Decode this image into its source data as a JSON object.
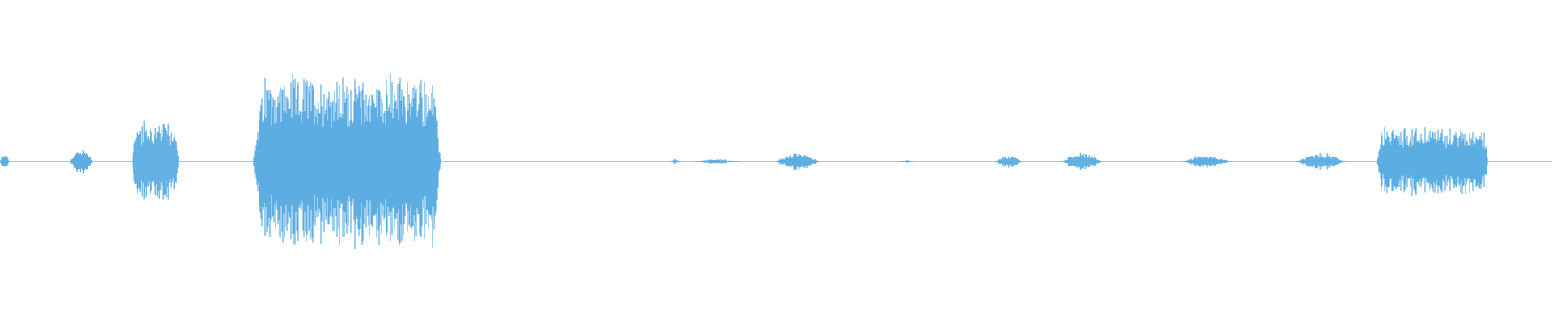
{
  "waveform": {
    "color": "#5dade2",
    "background": "#ffffff",
    "segments": [
      {
        "start": 0.0,
        "end": 0.006,
        "level": 0.1
      },
      {
        "start": 0.045,
        "end": 0.06,
        "level": 0.16
      },
      {
        "start": 0.085,
        "end": 0.115,
        "level": 0.45
      },
      {
        "start": 0.163,
        "end": 0.284,
        "level": 1.0
      },
      {
        "start": 0.432,
        "end": 0.438,
        "level": 0.03
      },
      {
        "start": 0.448,
        "end": 0.476,
        "level": 0.03
      },
      {
        "start": 0.5,
        "end": 0.528,
        "level": 0.1
      },
      {
        "start": 0.58,
        "end": 0.588,
        "level": 0.02
      },
      {
        "start": 0.641,
        "end": 0.659,
        "level": 0.07
      },
      {
        "start": 0.684,
        "end": 0.71,
        "level": 0.1
      },
      {
        "start": 0.762,
        "end": 0.793,
        "level": 0.07
      },
      {
        "start": 0.835,
        "end": 0.867,
        "level": 0.09
      },
      {
        "start": 0.887,
        "end": 0.959,
        "level": 0.4
      }
    ]
  }
}
